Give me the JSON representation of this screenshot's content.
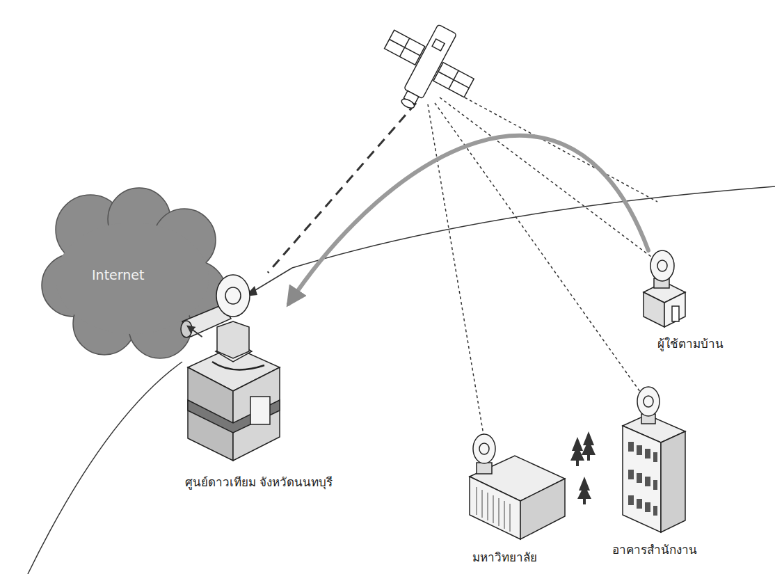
{
  "diagram": {
    "nodes": [
      {
        "text": [
          "Internet"
        ]
      },
      {
        "text": [
          "ศูนย์ดาวเทียม จังหวัดนนทบุรี"
        ]
      },
      {
        "text": [
          "ผู้ใช้ตามบ้าน"
        ]
      },
      {
        "text": [
          "มหาวิทยาลัย"
        ]
      },
      {
        "text": [
          "อาคารสำนักงาน"
        ]
      }
    ],
    "edges": [
      {
        "from": 2,
        "to": 1,
        "arrow": "to"
      },
      {
        "from": 1,
        "to": 0,
        "arrow": "to"
      }
    ]
  }
}
